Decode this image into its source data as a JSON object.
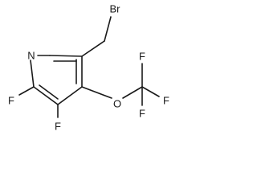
{
  "molecule": {
    "atoms": {
      "br": "Br",
      "n": "N",
      "f2": "F",
      "f3": "F",
      "o": "O",
      "cf3_top": "F",
      "cf3_right": "F",
      "cf3_bottom": "F"
    },
    "colors": {
      "ink": "#1a1a1a",
      "background": "#ffffff"
    }
  }
}
